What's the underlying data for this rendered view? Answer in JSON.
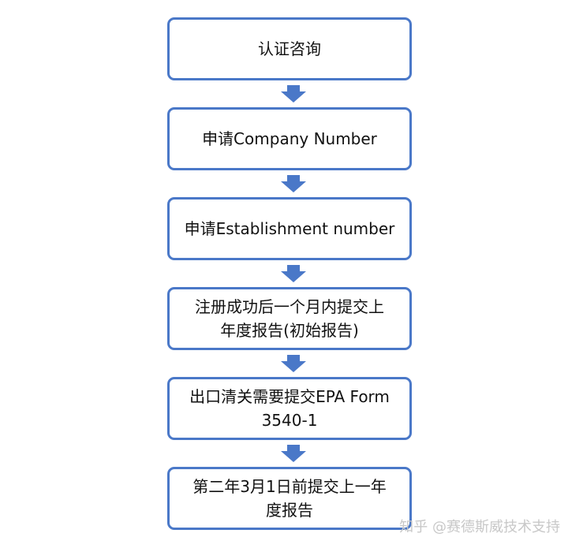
{
  "steps": [
    {
      "lines": [
        "认证咨询"
      ]
    },
    {
      "lines": [
        "申请Company Number"
      ]
    },
    {
      "lines": [
        "申请Establishment number"
      ]
    },
    {
      "lines": [
        "注册成功后一个月内提交上",
        "年度报告(初始报告)"
      ]
    },
    {
      "lines": [
        "出口清关需要提交EPA Form",
        "3540-1"
      ]
    },
    {
      "lines": [
        "第二年3月1日前提交上一年",
        "度报告"
      ]
    }
  ],
  "watermark": "知乎 @赛德斯威技术支持",
  "colors": {
    "box_border": "#4a78c8",
    "arrow": "#4a78c8"
  }
}
